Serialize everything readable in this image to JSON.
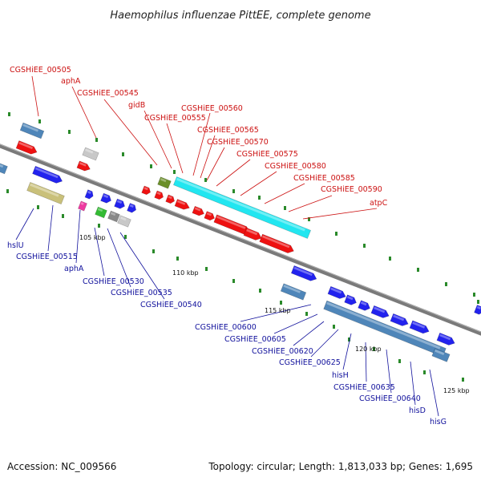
{
  "title": "Haemophilus influenzae PittEE, complete genome",
  "footer": {
    "accession": "Accession: NC_009566",
    "summary": "Topology: circular; Length: 1,813,033 bp; Genes: 1,695"
  },
  "colors": {
    "backbone": "#808080",
    "top_label": "#cc1111",
    "bottom_label": "#11119c",
    "tick": "#2a8a2a"
  },
  "scale_labels": [
    "105 kbp",
    "110 kbp",
    "115 kbp",
    "120 kbp",
    "125 kbp"
  ],
  "top_labels": [
    "CGSHiEE_00505",
    "aphA",
    "CGSHiEE_00545",
    "gidB",
    "CGSHiEE_00560",
    "CGSHiEE_00555",
    "CGSHiEE_00565",
    "CGSHiEE_00570",
    "CGSHiEE_00575",
    "CGSHiEE_00580",
    "CGSHiEE_00585",
    "CGSHiEE_00590",
    "atpC"
  ],
  "bottom_labels": [
    "hslU",
    "CGSHiEE_00515",
    "aphA",
    "CGSHiEE_00530",
    "CGSHiEE_00535",
    "CGSHiEE_00540",
    "CGSHiEE_00600",
    "CGSHiEE_00605",
    "CGSHiEE_00620",
    "CGSHiEE_00625",
    "hisH",
    "CGSHiEE_00635",
    "CGSHiEE_00640",
    "hisD",
    "hisG"
  ]
}
